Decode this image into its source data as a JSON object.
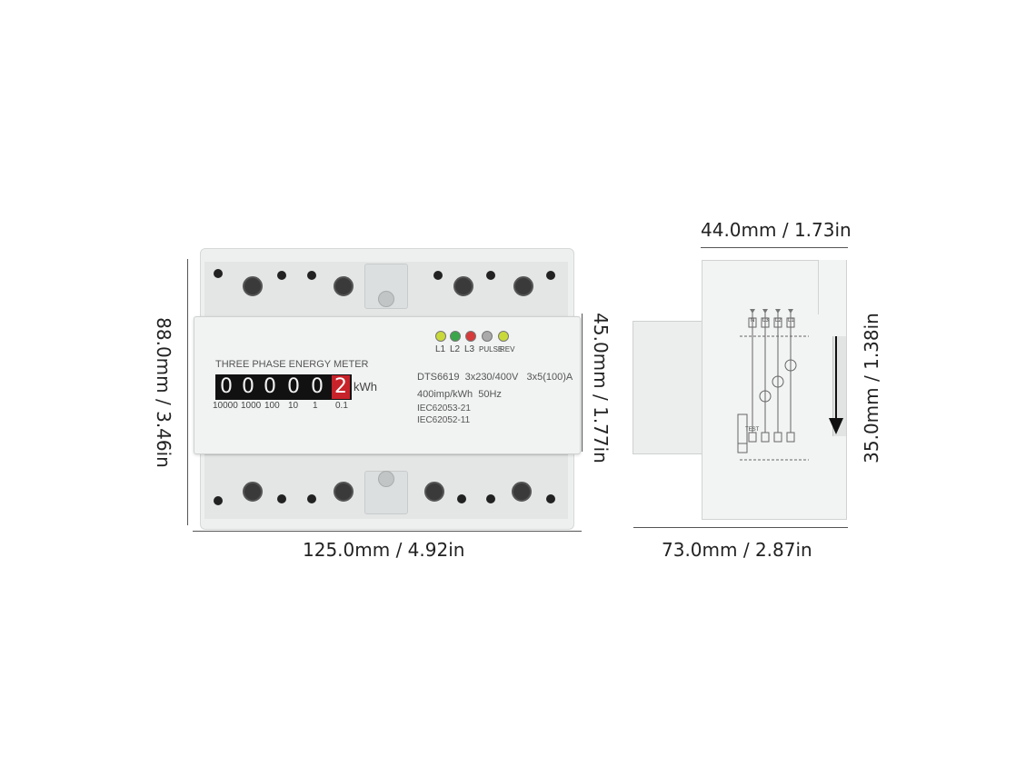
{
  "dimensions": {
    "front_width": "125.0mm / 4.92in",
    "front_height": "88.0mm / 3.46in",
    "front_mid_height": "45.0mm / 1.77in",
    "side_top_width": "44.0mm / 1.73in",
    "side_width": "73.0mm / 2.87in",
    "side_rail_height": "35.0mm / 1.38in"
  },
  "meter": {
    "title": "THREE PHASE ENERGY METER",
    "digits": [
      "0",
      "0",
      "0",
      "0",
      "0",
      "2"
    ],
    "unit": "kWh",
    "multipliers": [
      "10000",
      "1000",
      "100",
      "10",
      "1",
      "0.1"
    ],
    "leds": [
      {
        "label": "L1",
        "color": "#c9d93a"
      },
      {
        "label": "L2",
        "color": "#3aa64a"
      },
      {
        "label": "L3",
        "color": "#d63a3a"
      },
      {
        "label": "PULSE",
        "color": "#aaaaaa"
      },
      {
        "label": "REV",
        "color": "#c9d93a"
      }
    ],
    "spec_lines": [
      "DTS6619  3x230/400V   3x5(100)A",
      "400imp/kWh  50Hz",
      "IEC62053-21",
      "IEC62052-11"
    ]
  },
  "side": {
    "terminal_labels": [
      "N",
      "L3",
      "L2",
      "L1"
    ],
    "test_label": "TEST"
  }
}
